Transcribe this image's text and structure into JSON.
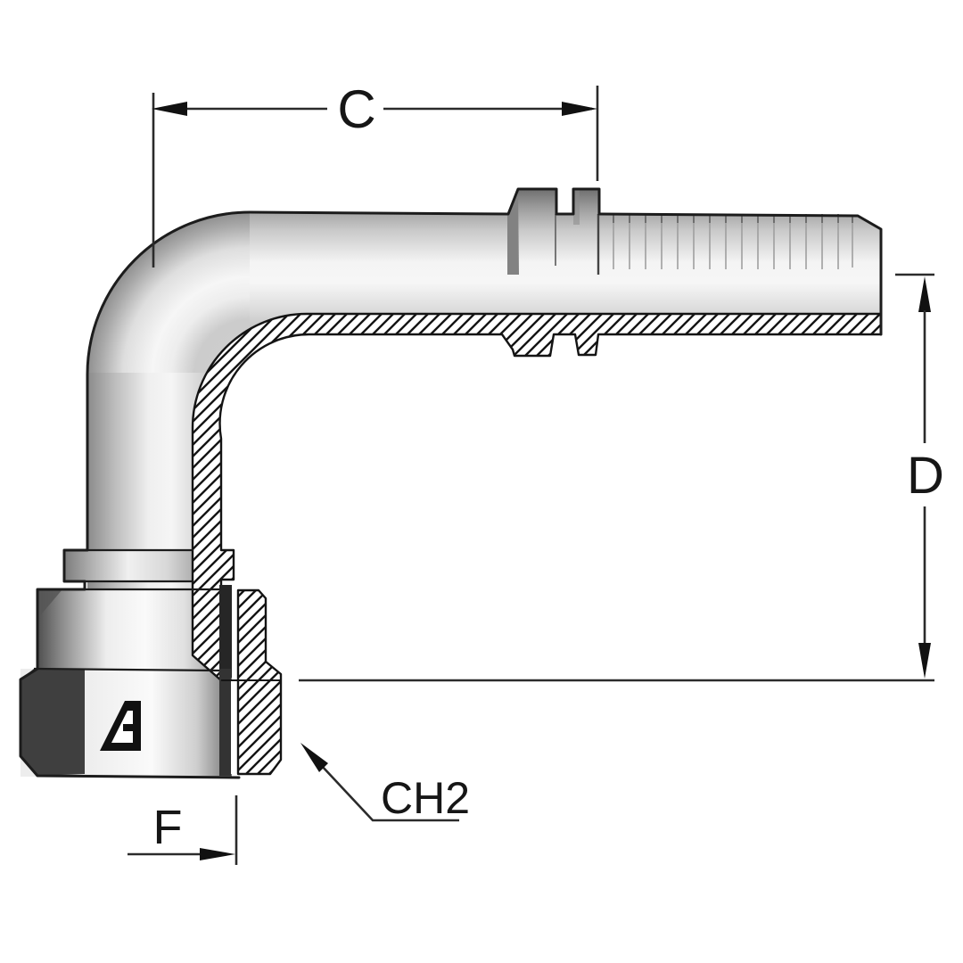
{
  "figure": {
    "type": "technical-section-drawing",
    "subject": "90-degree elbow swivel hose fitting, half section view",
    "background_color": "#ffffff",
    "outline_color": "#1c1c1c",
    "dimension_color": "#2b2b2b",
    "hatch_color": "#141414",
    "labels": {
      "c": "C",
      "d": "D",
      "f": "F",
      "ch2": "CH2"
    }
  }
}
